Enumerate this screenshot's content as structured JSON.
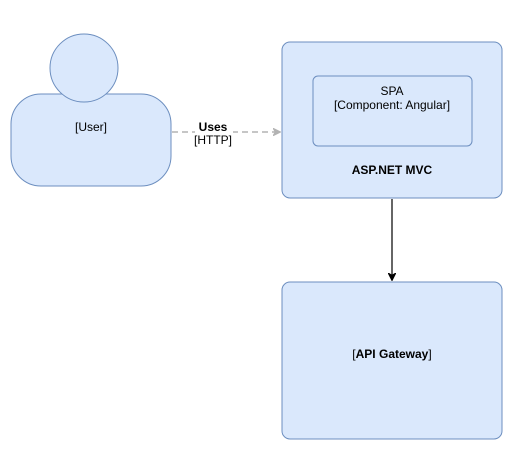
{
  "actor": {
    "label": "[User]"
  },
  "edge_uses": {
    "label_line1": "Uses",
    "label_line2": "[HTTP]"
  },
  "aspnet": {
    "label": "ASP.NET MVC"
  },
  "spa": {
    "label_line1": "SPA",
    "label_line2": "[Component: Angular]"
  },
  "gateway": {
    "label_open": "[",
    "label_name": "API Gateway",
    "label_close": "]"
  },
  "colors": {
    "node_fill": "#dae8fc",
    "node_stroke": "#6c8ebf",
    "dashed_edge": "#b3b3b3",
    "solid_edge": "#000000"
  }
}
